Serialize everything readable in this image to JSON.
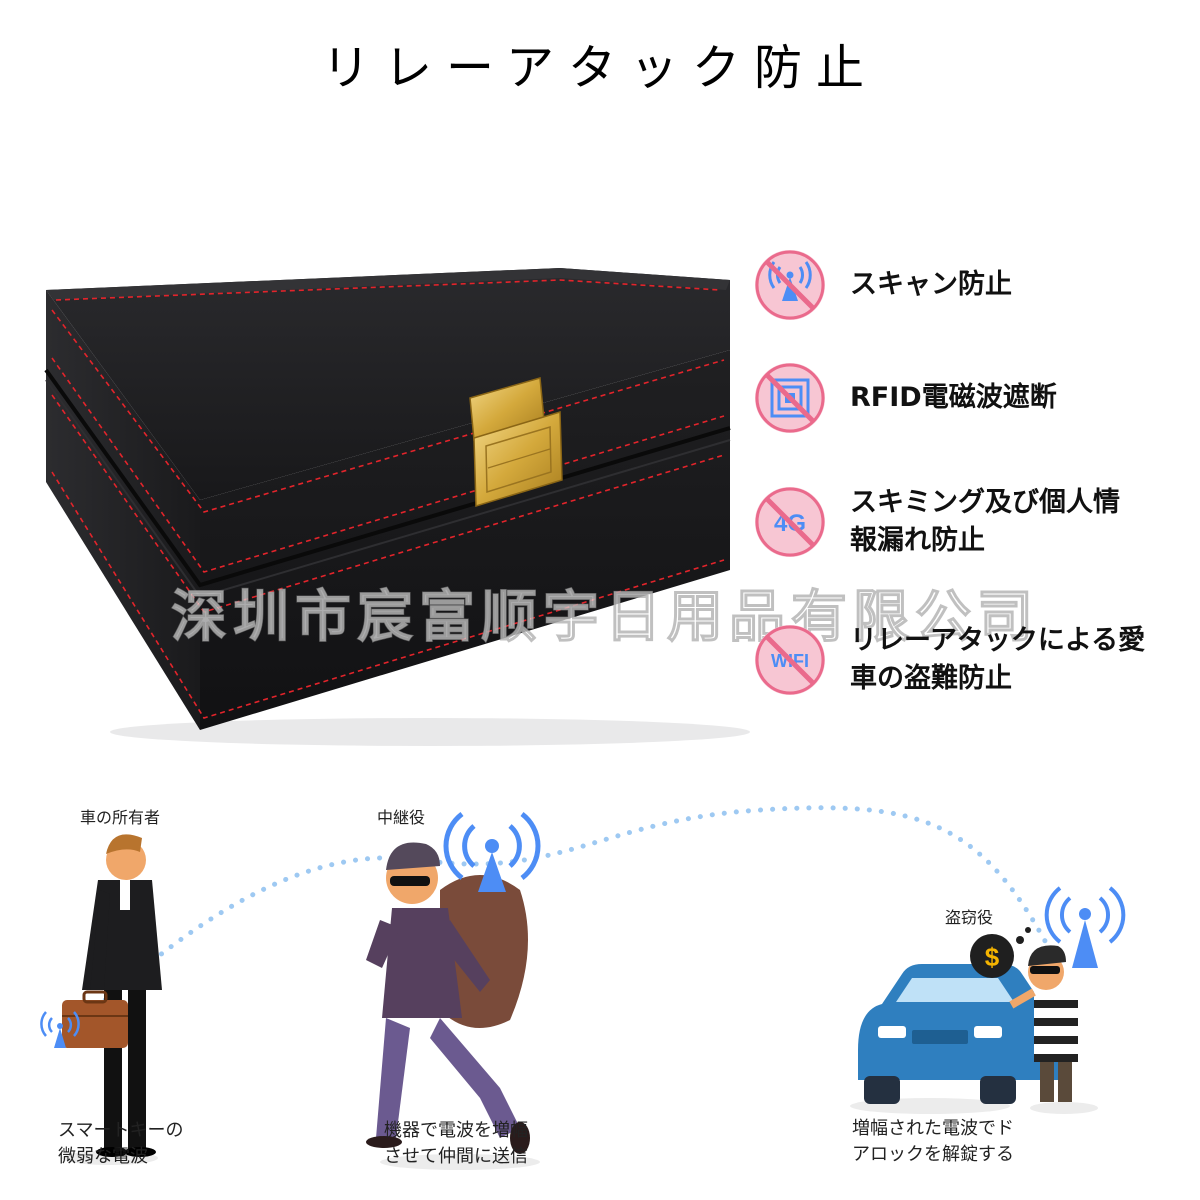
{
  "title": "リレーアタック防止",
  "watermark": "深圳市宸富顺宇日用品有限公司",
  "features": [
    {
      "icon": "signal-blocked-icon",
      "label": "スキャン防止"
    },
    {
      "icon": "rfid-chip-blocked-icon",
      "label": "RFID電磁波遮断"
    },
    {
      "icon": "4g-blocked-icon",
      "icon_text": "4G",
      "label": "スキミング及び個人情\n報漏れ防止"
    },
    {
      "icon": "wifi-blocked-icon",
      "icon_text": "WIFI",
      "label": "リレーアタックによる愛\n車の盗難防止"
    }
  ],
  "scene": {
    "owner": {
      "label": "車の所有者",
      "caption": "スマートキーの\n微弱な電波"
    },
    "relay": {
      "label": "中継役",
      "caption": "機器で電波を増幅\nさせて仲間に送信"
    },
    "thief": {
      "label": "盗窃役",
      "caption": "増幅された電波でド\nアロックを解錠する"
    },
    "dollar_symbol": "$"
  },
  "colors": {
    "icon_circle": "#f7c6d3",
    "icon_slash": "#ea6a8c",
    "signal_blue": "#4d8df5",
    "car_blue": "#2f7fbf",
    "dotted_path": "#9ec9f2",
    "stitch_red": "#e3242b",
    "box_black": "#1c1c1e",
    "latch_gold": "#d9b24c"
  }
}
